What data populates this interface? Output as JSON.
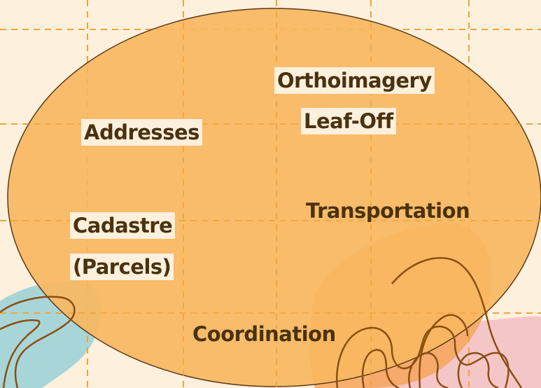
{
  "labels": {
    "addresses": "Addresses",
    "orthoimagery_line1": "Orthoimagery",
    "orthoimagery_line2": "Leaf-Off",
    "cadastre_line1": "Cadastre",
    "cadastre_line2": "(Parcels)",
    "transportation": "Transportation",
    "coordination": "Coordination"
  },
  "colors": {
    "background": "#fdf0dc",
    "circle_fill": "#f9b75f",
    "grid_line": "#f0a43a",
    "label_text": "#4a3210",
    "outline": "#5a3a1a",
    "blob_teal": "#a8d6d8",
    "blob_pink": "#f5c6c8",
    "blob_orange": "#f6a55a",
    "squiggle": "#8a4f12"
  }
}
